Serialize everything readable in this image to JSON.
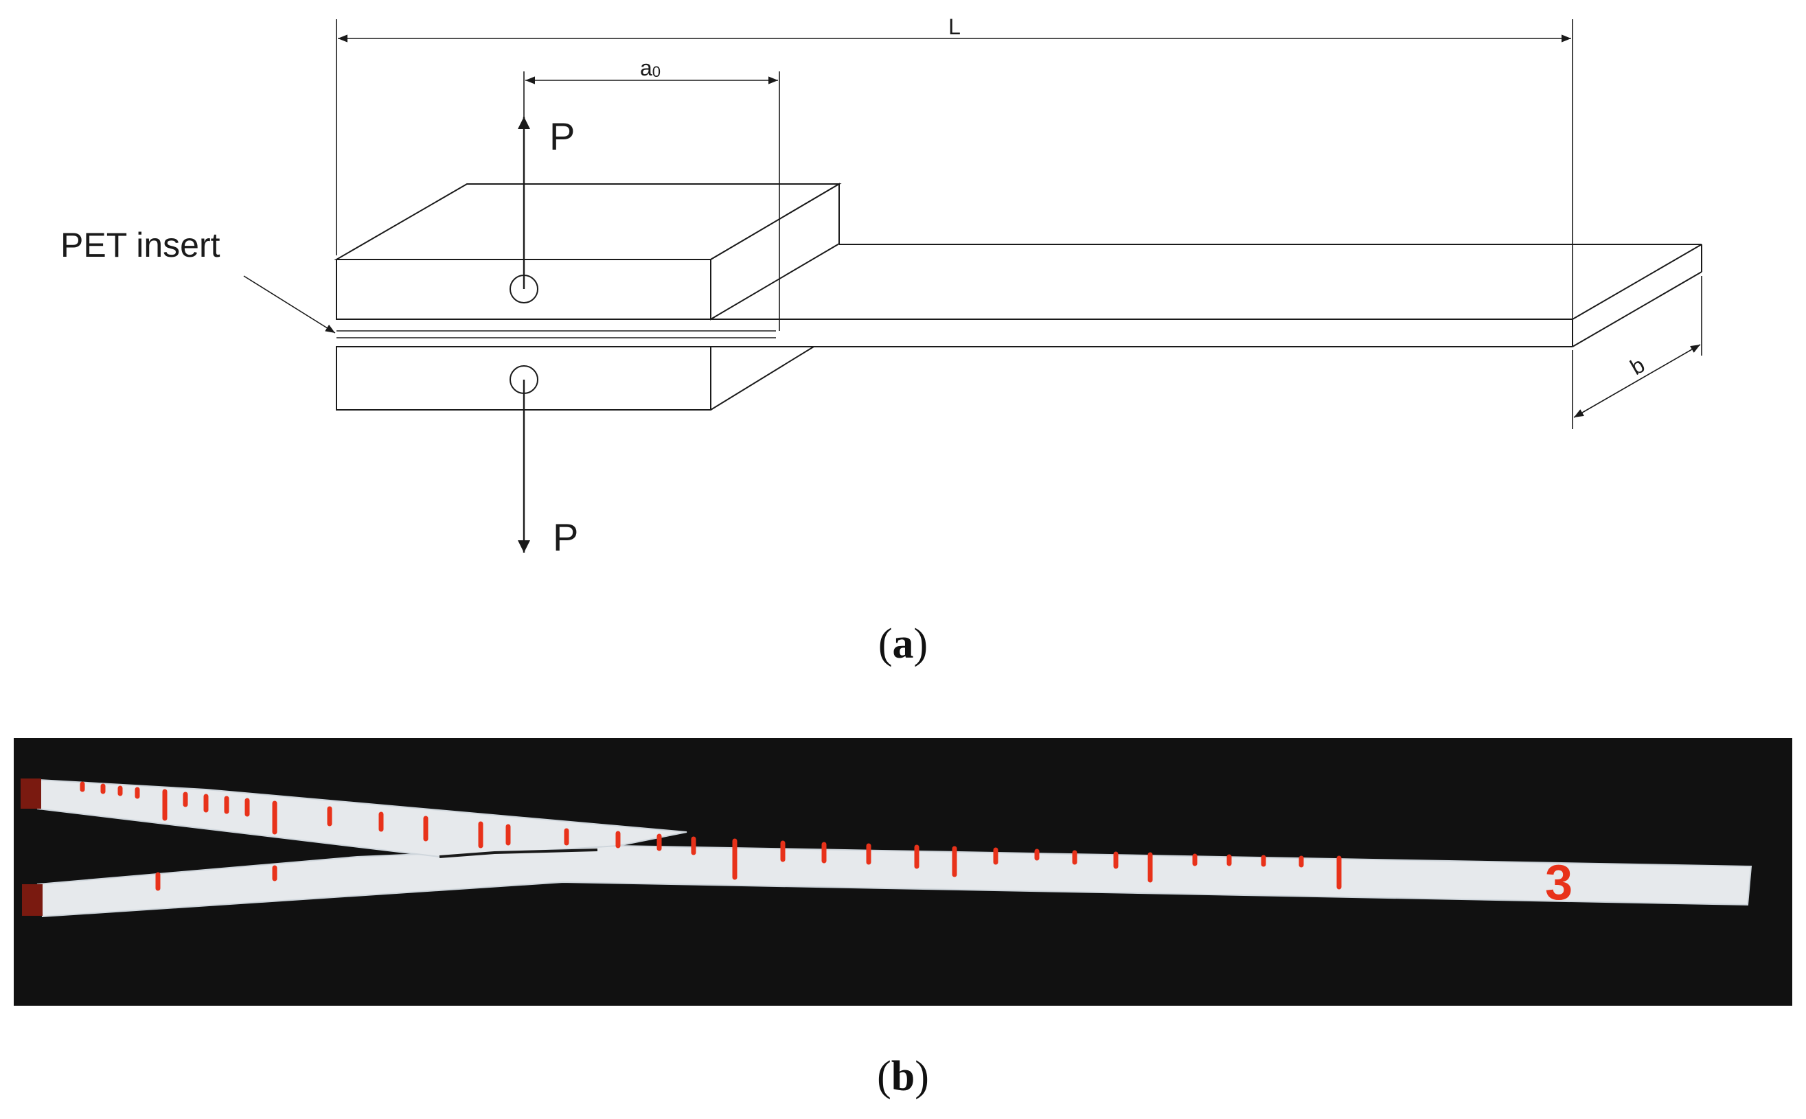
{
  "panel_a": {
    "labels": {
      "length": "L",
      "crack_length": "a0",
      "crack_length_main": "a",
      "crack_length_sub": "0",
      "load_top": "P",
      "load_bottom": "P",
      "insert": "PET insert",
      "width": "b"
    },
    "caption": {
      "open": "(",
      "letter": "a",
      "close": ")"
    }
  },
  "panel_b": {
    "specimen_mark": "3",
    "caption": {
      "open": "(",
      "letter": "b",
      "close": ")"
    }
  },
  "colors": {
    "line": "#1a1a1a",
    "photo_background": "#111111",
    "specimen": "#e6e9ec",
    "marks": "#e8321a"
  }
}
